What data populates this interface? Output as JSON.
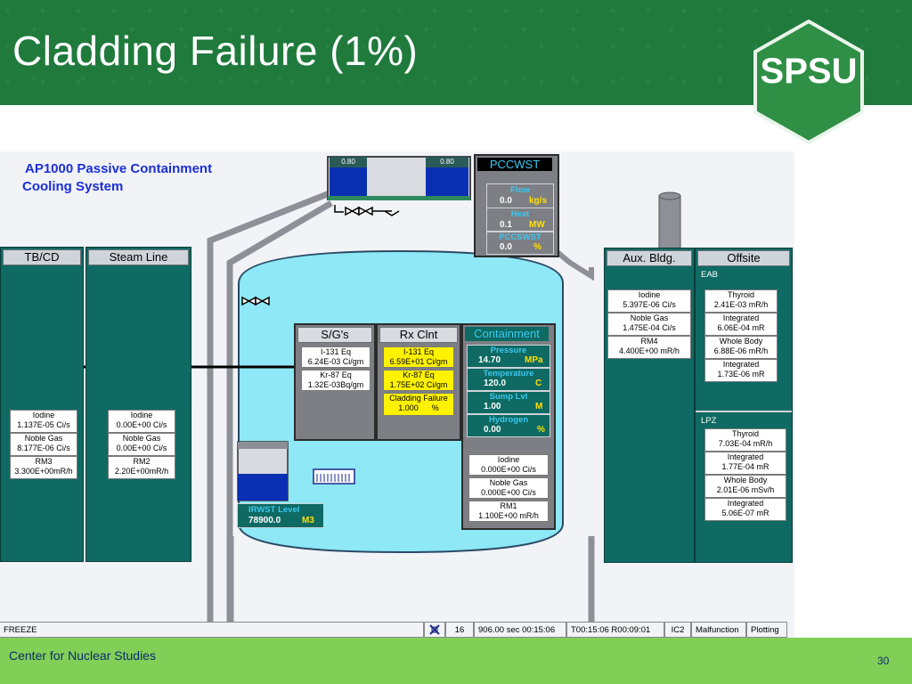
{
  "slide": {
    "title": "Cladding Failure (1%)",
    "logo_text": "SPSU",
    "footer_text": "Center for Nuclear Studies",
    "page_number": "30"
  },
  "sim": {
    "system_title_line1": "AP1000 Passive Containment",
    "system_title_line2": "Cooling System",
    "tank_left_level": "0.80",
    "tank_right_level": "0.80",
    "pccwst": {
      "header": "PCCWST",
      "flow_label": "Flow",
      "flow_value": "0.0",
      "flow_unit": "kg/s",
      "heat_label": "Heat",
      "heat_value": "0.1",
      "heat_unit": "MW",
      "level_label": "PCCSWST",
      "level_value": "0.0",
      "level_unit": "%"
    },
    "tbcd": {
      "header": "TB/CD",
      "iodine_label": "Iodine",
      "iodine_value": "1.137E-05 Ci/s",
      "noble_label": "Noble Gas",
      "noble_value": "8.177E-06 Ci/s",
      "rm_label": "RM3",
      "rm_value": "3.300E+00mR/h"
    },
    "steam_line": {
      "header": "Steam Line",
      "iodine_label": "Iodine",
      "iodine_value": "0.00E+00  Ci/s",
      "noble_label": "Noble Gas",
      "noble_value": "0.00E+00  Ci/s",
      "rm_label": "RM2",
      "rm_value": "2.20E+00mR/h"
    },
    "sg": {
      "header": "S/G's",
      "i131_label": "I-131 Eq",
      "i131_value": "6.24E-03 Ci/gm",
      "kr87_label": "Kr-87 Eq",
      "kr87_value": "1.32E-03Bq/gm"
    },
    "rxclnt": {
      "header": "Rx Clnt",
      "i131_label": "I-131 Eq",
      "i131_value": "6.59E+01 Ci/gm",
      "kr87_label": "Kr-87 Eq",
      "kr87_value": "1.75E+02 Ci/gm",
      "clad_label": "Cladding Failure",
      "clad_value": "1.000",
      "clad_unit": "%"
    },
    "containment": {
      "header": "Containment",
      "pressure_label": "Pressure",
      "pressure_value": "14.70",
      "pressure_unit": "MPa",
      "temp_label": "Temperature",
      "temp_value": "120.0",
      "temp_unit": "C",
      "sump_label": "Sump Lvl",
      "sump_value": "1.00",
      "sump_unit": "M",
      "h2_label": "Hydrogen",
      "h2_value": "0.00",
      "h2_unit": "%",
      "iodine_label": "Iodine",
      "iodine_value": "0.000E+00   Ci/s",
      "noble_label": "Noble Gas",
      "noble_value": "0.000E+00   Ci/s",
      "rm_label": "RM1",
      "rm_value": "1.100E+00  mR/h"
    },
    "irwst": {
      "label": "IRWST Level",
      "value": "78900.0",
      "unit": "M3"
    },
    "aux": {
      "header": "Aux. Bldg.",
      "iodine_label": "Iodine",
      "iodine_value": "5.397E-06   Ci/s",
      "noble_label": "Noble Gas",
      "noble_value": "1.475E-04   Ci/s",
      "rm_label": "RM4",
      "rm_value": "4.400E+00  mR/h"
    },
    "offsite": {
      "header": "Offsite",
      "eab_label": "EAB",
      "eab_thyroid_label": "Thyroid",
      "eab_thyroid_value": "2.41E-03   mR/h",
      "eab_integrated1_label": "Integrated",
      "eab_integrated1_value": "6.06E-04   mR",
      "eab_wb_label": "Whole Body",
      "eab_wb_value": "6.88E-06  mR/h",
      "eab_integrated2_label": "Integrated",
      "eab_integrated2_value": "1.73E-06   mR",
      "lpz_label": "LPZ",
      "lpz_thyroid_label": "Thyroid",
      "lpz_thyroid_value": "7.03E-04   mR/h",
      "lpz_integrated1_label": "Integrated",
      "lpz_integrated1_value": "1.77E-04     mR",
      "lpz_wb_label": "Whole Body",
      "lpz_wb_value": "2.01E-06  mSv/h",
      "lpz_integrated2_label": "Integrated",
      "lpz_integrated2_value": "5.06E-07     mR"
    },
    "status": {
      "freeze": "FREEZE",
      "speed": "16",
      "sim_time": "906.00 sec  00:15:06",
      "run_time": "T00:15:06 R00:09:01",
      "ic": "IC2",
      "malfunction": "Malfunction",
      "plotting": "Plotting"
    }
  },
  "colors": {
    "header_green": "#1f7a3c",
    "footer_green": "#82cf57",
    "teal_panel": "#0e6a63",
    "vessel_cyan": "#8ee8f5",
    "label_cyan": "#3cc8f0",
    "unit_yellow": "#ffe000"
  }
}
